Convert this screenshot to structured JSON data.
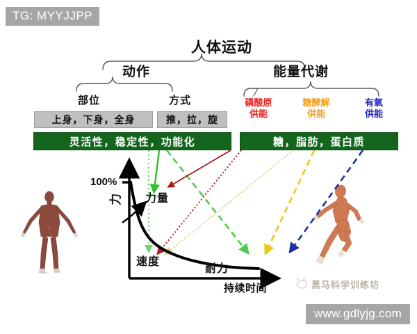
{
  "banner": {
    "tag": "TG: MYYJJPP"
  },
  "hierarchy": {
    "root": "人体运动",
    "branches": [
      {
        "label": "动作"
      },
      {
        "label": "能量代谢"
      }
    ],
    "action_sub": [
      {
        "label": "部位"
      },
      {
        "label": "方式"
      }
    ],
    "energy_sub": [
      {
        "label": "磷酸原\n供能",
        "line1": "磷酸原",
        "line2": "供能",
        "color": "#e8201f"
      },
      {
        "label": "糖酵解\n供能",
        "line1": "糖酵解",
        "line2": "供能",
        "color": "#f0a023"
      },
      {
        "label": "有氧\n供能",
        "line1": "有氧",
        "line2": "供能",
        "color": "#2222c8"
      }
    ]
  },
  "gray_boxes": [
    {
      "label": "上身，下身，全身"
    },
    {
      "label": "推，拉，旋"
    }
  ],
  "green_boxes": [
    {
      "label": "灵活性，稳定性，功能化",
      "color": "#14661e"
    },
    {
      "label": "糖，脂肪，蛋白质",
      "color": "#14661e"
    }
  ],
  "chart_data": {
    "type": "line",
    "title": "",
    "xlabel": "持续时间",
    "ylabel": "力",
    "ytick_labels": [
      "100%"
    ],
    "ylim": [
      0,
      100
    ],
    "grid": false,
    "legend": "none",
    "annotations": [
      {
        "text": "力量",
        "role": "curve-region-start"
      },
      {
        "text": "速度",
        "role": "curve-region-low-left"
      },
      {
        "text": "耐力",
        "role": "curve-region-tail"
      }
    ],
    "series": [
      {
        "name": "力-持续时间曲线",
        "x": [
          0,
          5,
          10,
          18,
          28,
          40,
          55,
          70,
          85,
          100
        ],
        "values": [
          100,
          72,
          53,
          36,
          25,
          18,
          13,
          10,
          9,
          8
        ]
      }
    ],
    "arrows": [
      {
        "name": "arrow-flex-to-speed",
        "color": "#7ee07e",
        "style": "dotted",
        "from": [
          214,
          216
        ],
        "to": [
          214,
          360
        ]
      },
      {
        "name": "arrow-stability-to-strength",
        "color": "#2fbf2f",
        "style": "solid",
        "from": [
          228,
          216
        ],
        "to": [
          221,
          276
        ]
      },
      {
        "name": "arrow-function-to-endurance",
        "color": "#5ed15e",
        "style": "dashed",
        "from": [
          239,
          216
        ],
        "to": [
          356,
          364
        ]
      },
      {
        "name": "arrow-phosphagen-strength",
        "color": "#b01818",
        "style": "solid",
        "from": [
          330,
          216
        ],
        "to": [
          243,
          268
        ]
      },
      {
        "name": "arrow-phosphagen-speed",
        "color": "#9b1414",
        "style": "dotted",
        "from": [
          345,
          216
        ],
        "to": [
          227,
          365
        ]
      },
      {
        "name": "arrow-glycolysis-speed",
        "color": "#e0d27a",
        "style": "dotted",
        "from": [
          420,
          216
        ],
        "to": [
          239,
          366
        ]
      },
      {
        "name": "arrow-glycolysis-endurance",
        "color": "#f0c419",
        "style": "dashed",
        "from": [
          450,
          216
        ],
        "to": [
          385,
          364
        ]
      },
      {
        "name": "arrow-aerobic-endurance",
        "color": "#1f2fa8",
        "style": "dashed",
        "from": [
          520,
          216
        ],
        "to": [
          421,
          361
        ]
      }
    ]
  },
  "figures": [
    {
      "name": "anatomy-standing"
    },
    {
      "name": "anatomy-running"
    }
  ],
  "watermarks": {
    "brand": "黑马科学训练坊",
    "url": "www.gdlyjg.com"
  }
}
